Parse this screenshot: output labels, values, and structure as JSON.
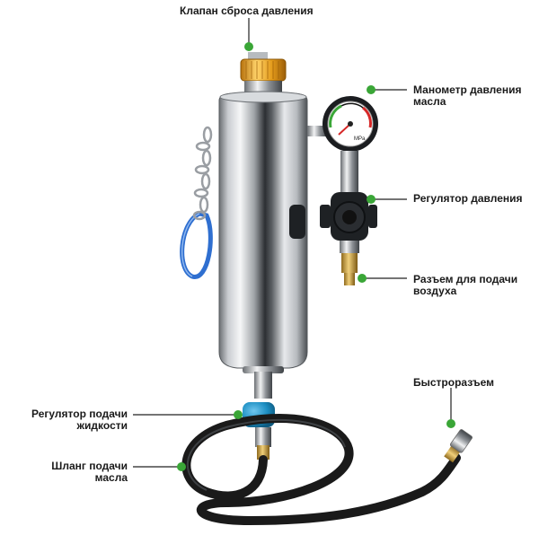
{
  "colors": {
    "callout_dot": "#3aa637",
    "callout_line": "#222222",
    "cap": "#f0a71e",
    "carabiner": "#2f6fd0",
    "valve": "#1c8ec2",
    "hose": "#1a1a1a",
    "brass": "#c99a2e",
    "gauge_red": "#d62828"
  },
  "gauge": {
    "unit": "MPa"
  },
  "callouts": {
    "pressure_relief_valve": {
      "line1": "Клапан сброса давления"
    },
    "oil_pressure_gauge": {
      "line1": "Манометр давления",
      "line2": "масла"
    },
    "pressure_regulator": {
      "line1": "Регулятор давления"
    },
    "air_inlet_connector": {
      "line1": "Разъем для подачи",
      "line2": "воздуха"
    },
    "quick_connector": {
      "line1": "Быстроразъем"
    },
    "fluid_regulator": {
      "line1": "Регулятор подачи",
      "line2": "жидкости"
    },
    "oil_hose": {
      "line1": "Шланг подачи",
      "line2": "масла"
    }
  }
}
